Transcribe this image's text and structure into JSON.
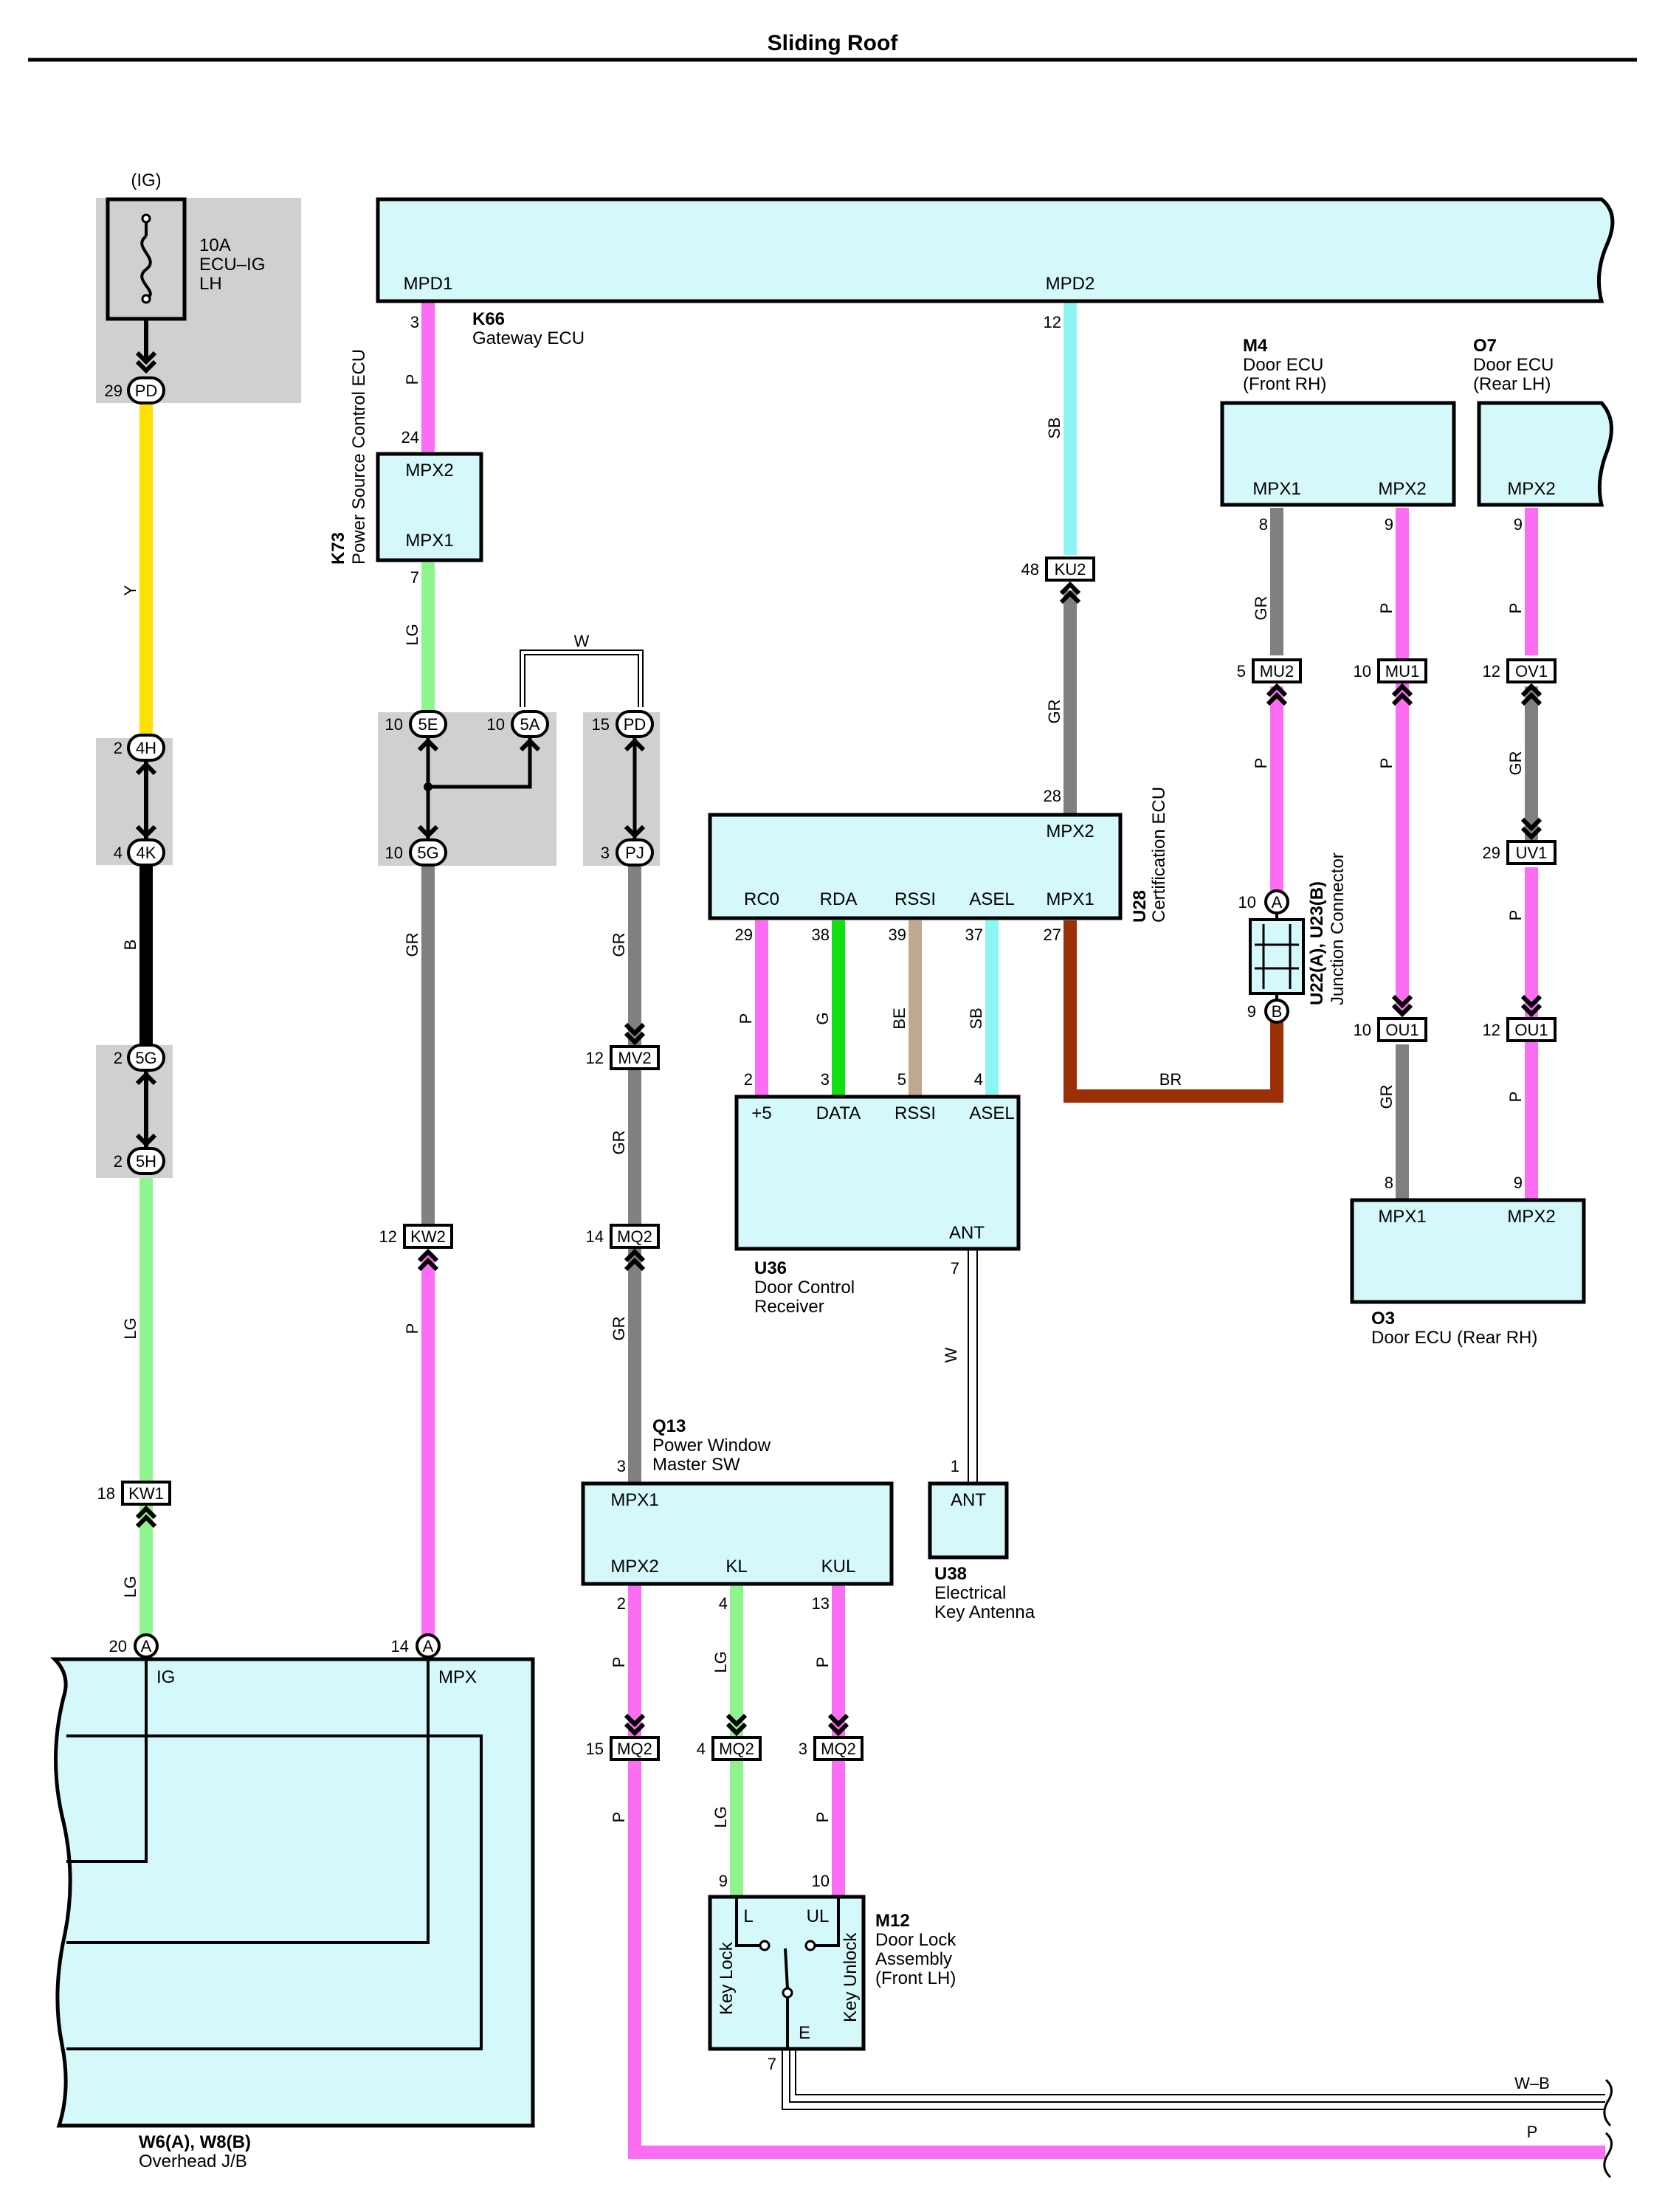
{
  "title": "Sliding Roof",
  "colors": {
    "ecu_fill": "#d5f9fa",
    "jb_gray": "#d0d0d0",
    "pink": "#fb6ef4",
    "gray": "#808080",
    "yellow": "#ffe000",
    "light_green": "#8ef58e",
    "cyan": "#8ef5f6",
    "green": "#10e010",
    "beige": "#c0a890",
    "brown": "#9b3006",
    "black": "#000000"
  },
  "fuse": {
    "source": "(IG)",
    "rating": "10A",
    "name": "ECU–IG",
    "side": "LH",
    "pin": "29",
    "conn": "PD"
  },
  "components": {
    "k66": {
      "code": "K66",
      "name": "Gateway ECU",
      "mpd1": "MPD1",
      "mpd2": "MPD2",
      "pin1": "3",
      "pin2": "12"
    },
    "k73": {
      "code": "K73",
      "name": "Power Source Control ECU",
      "mpx2": "MPX2",
      "mpx1": "MPX1",
      "pin_in": "24",
      "pin_out": "7"
    },
    "m4": {
      "code": "M4",
      "name1": "Door ECU",
      "name2": "(Front RH)",
      "mpx1": "MPX1",
      "mpx2": "MPX2",
      "p1": "8",
      "p2": "9"
    },
    "o7": {
      "code": "O7",
      "name1": "Door ECU",
      "name2": "(Rear LH)",
      "mpx2": "MPX2",
      "p2": "9"
    },
    "u28": {
      "code": "U28",
      "name": "Certification ECU",
      "mpx2": "MPX2",
      "rc0": "RC0",
      "rda": "RDA",
      "rssi": "RSSI",
      "asel": "ASEL",
      "mpx1": "MPX1",
      "p_mpx2": "28",
      "p_rc0": "29",
      "p_rda": "38",
      "p_rssi": "39",
      "p_asel": "37",
      "p_mpx1": "27"
    },
    "u36": {
      "code": "U36",
      "name1": "Door Control",
      "name2": "Receiver",
      "p5": "+5",
      "data": "DATA",
      "rssi": "RSSI",
      "asel": "ASEL",
      "ant": "ANT",
      "pin_p5": "2",
      "pin_data": "3",
      "pin_rssi": "5",
      "pin_asel": "4",
      "pin_ant": "7"
    },
    "u22": {
      "code": "U22(A), U23(B)",
      "name": "Junction Connector",
      "a": "A",
      "b": "B",
      "pa": "10",
      "pb": "9"
    },
    "o3": {
      "code": "O3",
      "name": "Door ECU (Rear RH)",
      "mpx1": "MPX1",
      "mpx2": "MPX2",
      "p1": "8",
      "p2": "9"
    },
    "q13": {
      "code": "Q13",
      "name1": "Power Window",
      "name2": "Master SW",
      "mpx1": "MPX1",
      "mpx2": "MPX2",
      "kl": "KL",
      "kul": "KUL",
      "p_mpx1": "3",
      "p_mpx2": "2",
      "p_kl": "4",
      "p_kul": "13"
    },
    "u38": {
      "code": "U38",
      "name1": "Electrical",
      "name2": "Key Antenna",
      "ant": "ANT",
      "pin": "1"
    },
    "m12": {
      "code": "M12",
      "name1": "Door Lock",
      "name2": "Assembly",
      "name3": "(Front LH)",
      "l": "L",
      "ul": "UL",
      "e": "E",
      "key_lock": "Key Lock",
      "key_unlock": "Key Unlock",
      "p_l": "9",
      "p_ul": "10",
      "p_e": "7"
    },
    "w6": {
      "code": "W6(A), W8(B)",
      "name": "Overhead J/B",
      "ig": "IG",
      "mpx": "MPX",
      "a": "A",
      "p_ig": "20",
      "p_mpx": "14"
    }
  },
  "connectors": {
    "h4": {
      "label": "4H",
      "pin": "2"
    },
    "k4": {
      "label": "4K",
      "pin": "4"
    },
    "g5a": {
      "label": "5G",
      "pin": "2"
    },
    "h5": {
      "label": "5H",
      "pin": "2"
    },
    "e5": {
      "label": "5E",
      "pin": "10"
    },
    "a5": {
      "label": "5A",
      "pin": "10"
    },
    "g5b": {
      "label": "5G",
      "pin": "10"
    },
    "pd2": {
      "label": "PD",
      "pin": "15"
    },
    "pj": {
      "label": "PJ",
      "pin": "3"
    },
    "ku2": {
      "label": "KU2",
      "pin": "48"
    },
    "mu2": {
      "label": "MU2",
      "pin": "5"
    },
    "mu1": {
      "label": "MU1",
      "pin": "10"
    },
    "ov1": {
      "label": "OV1",
      "pin": "12"
    },
    "uv1": {
      "label": "UV1",
      "pin": "29"
    },
    "ou1a": {
      "label": "OU1",
      "pin": "10"
    },
    "ou1b": {
      "label": "OU1",
      "pin": "12"
    },
    "mv2": {
      "label": "MV2",
      "pin": "12"
    },
    "mq2a": {
      "label": "MQ2",
      "pin": "14"
    },
    "kw2": {
      "label": "KW2",
      "pin": "12"
    },
    "kw1": {
      "label": "KW1",
      "pin": "18"
    },
    "mq2b": {
      "label": "MQ2",
      "pin": "15"
    },
    "mq2c": {
      "label": "MQ2",
      "pin": "4"
    },
    "mq2d": {
      "label": "MQ2",
      "pin": "3"
    }
  },
  "wire_colors": {
    "y": "Y",
    "b": "B",
    "lg": "LG",
    "p": "P",
    "gr": "GR",
    "w": "W",
    "sb": "SB",
    "g": "G",
    "be": "BE",
    "br": "BR",
    "wb": "W–B"
  }
}
